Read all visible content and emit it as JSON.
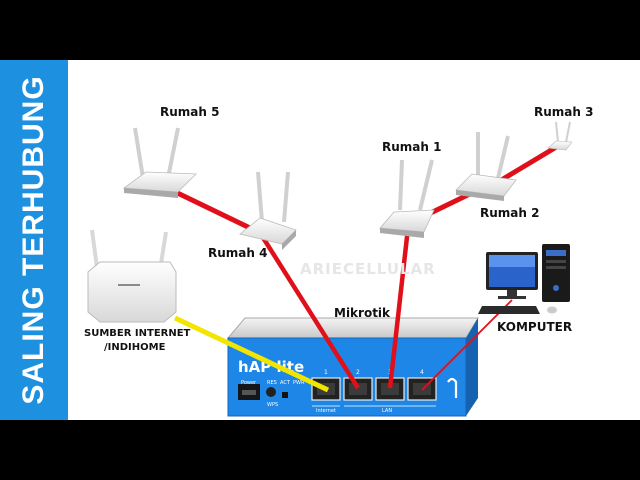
{
  "banner": {
    "text": "SALING TERHUBUNG",
    "color": "#1e90e0"
  },
  "watermark": "ARIECELLULAR",
  "nodes": {
    "rumah5": "Rumah 5",
    "rumah4": "Rumah 4",
    "rumah1": "Rumah 1",
    "rumah2": "Rumah 2",
    "rumah3": "Rumah 3",
    "mikrotik": "Mikrotik",
    "komputer": "KOMPUTER",
    "source_line1": "SUMBER INTERNET",
    "source_line2": "/INDIHOME"
  },
  "device": {
    "brand": "hAP lite",
    "port_labels": [
      "1",
      "2",
      "3",
      "4"
    ],
    "label_power": "Power",
    "label_res": "RES",
    "label_wps": "WPS",
    "label_act": "ACT",
    "label_pwr": "PWR",
    "label_internet": "Internet",
    "label_lan": "LAN"
  },
  "colors": {
    "lan_cable": "#e0101a",
    "internet_cable": "#f2e500",
    "device_blue": "#1d86e6"
  }
}
